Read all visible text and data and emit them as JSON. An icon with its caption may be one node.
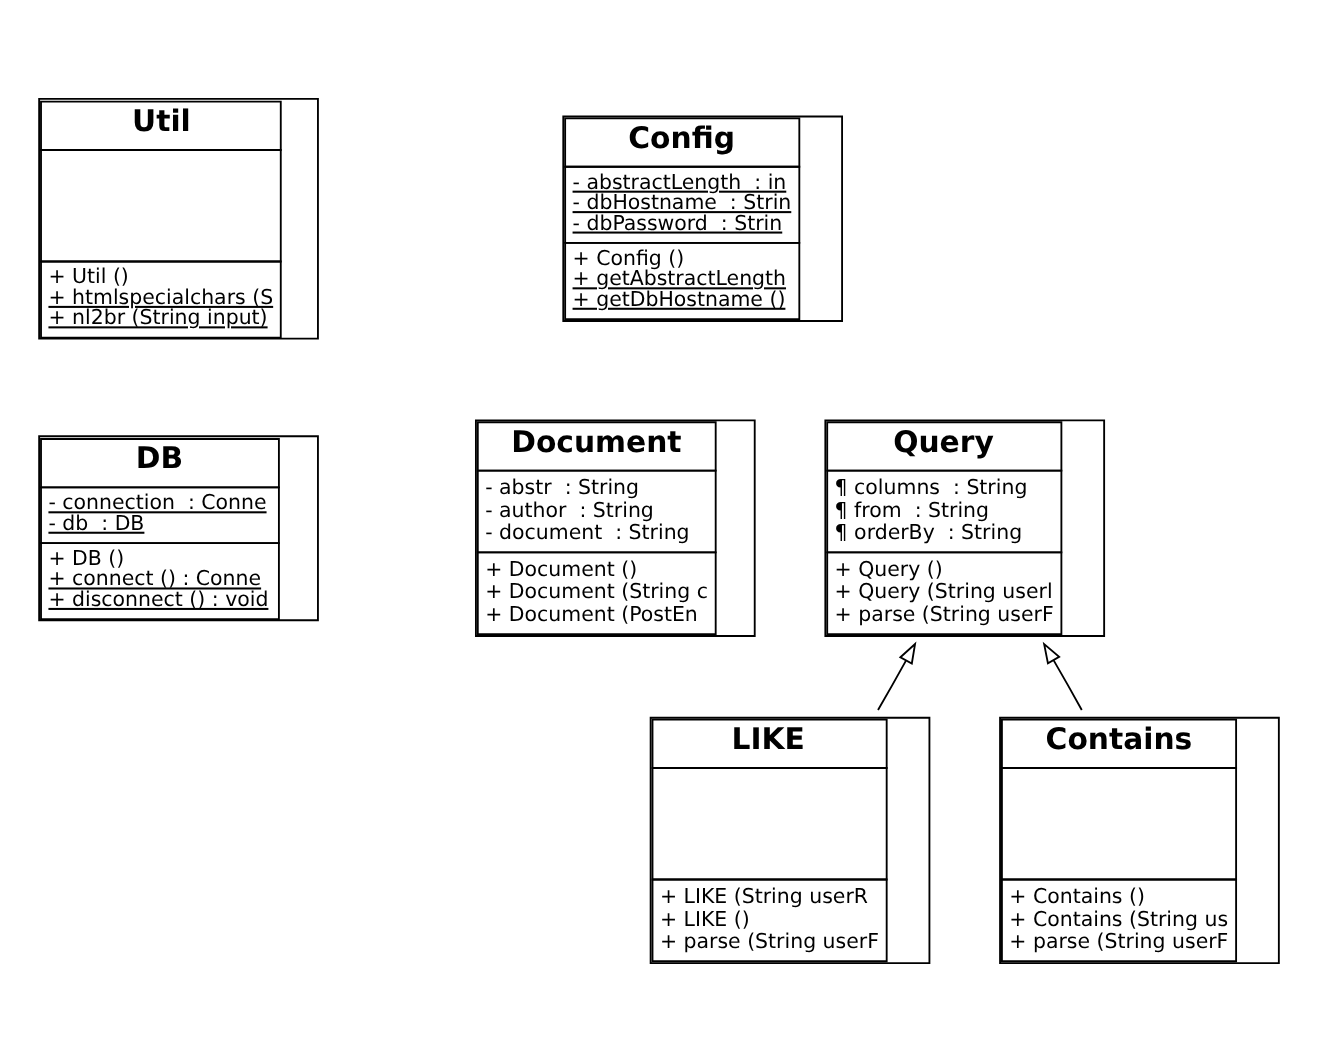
{
  "diagram": {
    "nodes": [
      {
        "text": [
          "Util",
          "+ Util ()",
          "+ htmlspecialchars (S",
          "+ nl2br (String input)"
        ]
      },
      {
        "text": [
          "Config",
          "- abstractLength  : in",
          "- dbHostname  : Strin",
          "- dbPassword  : Strin",
          "+ Config ()",
          "+ getAbstractLength",
          "+ getDbHostname ()"
        ]
      },
      {
        "text": [
          "DB",
          "- connection  : Conne",
          "- db  : DB",
          "+ DB ()",
          "+ connect () : Conne",
          "+ disconnect () : void"
        ]
      },
      {
        "text": [
          "Document",
          "- abstr  : String",
          "- author  : String",
          "- document  : String",
          "+ Document ()",
          "+ Document (String c",
          "+ Document (PostEn"
        ]
      },
      {
        "text": [
          "Query",
          "¶ columns  : String",
          "¶ from  : String",
          "¶ orderBy  : String",
          "+ Query ()",
          "+ Query (String userl",
          "+ parse (String userF"
        ]
      },
      {
        "text": [
          "LIKE",
          "+ LIKE (String userR",
          "+ LIKE ()",
          "+ parse (String userF"
        ]
      },
      {
        "text": [
          "Contains",
          "+ Contains ()",
          "+ Contains (String us",
          "+ parse (String userF"
        ]
      }
    ],
    "edges": [
      {
        "from": 5,
        "to": 4,
        "arrow": "to"
      },
      {
        "from": 6,
        "to": 4,
        "arrow": "to"
      }
    ]
  }
}
